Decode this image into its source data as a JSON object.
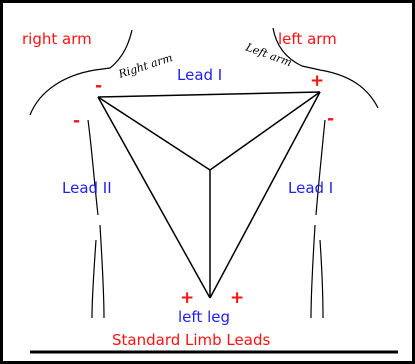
{
  "colors": {
    "red": "#ff1111",
    "blue": "#1f1ff0",
    "ink": "#000000",
    "frame": "#000000",
    "background": "#ffffff"
  },
  "labels": {
    "right_arm": "right arm",
    "left_arm": "left arm",
    "right_arm_script": "Right arm",
    "left_arm_script": "Left arm",
    "lead_top": "Lead I",
    "lead_left": "Lead II",
    "lead_right": "Lead I",
    "left_leg": "left leg",
    "caption": "Standard Limb Leads"
  },
  "signs": {
    "top_left_minus": "-",
    "top_right_plus": "+",
    "left_side_minus": "-",
    "right_side_minus": "-",
    "bottom_left_plus": "+",
    "bottom_right_plus": "+"
  }
}
